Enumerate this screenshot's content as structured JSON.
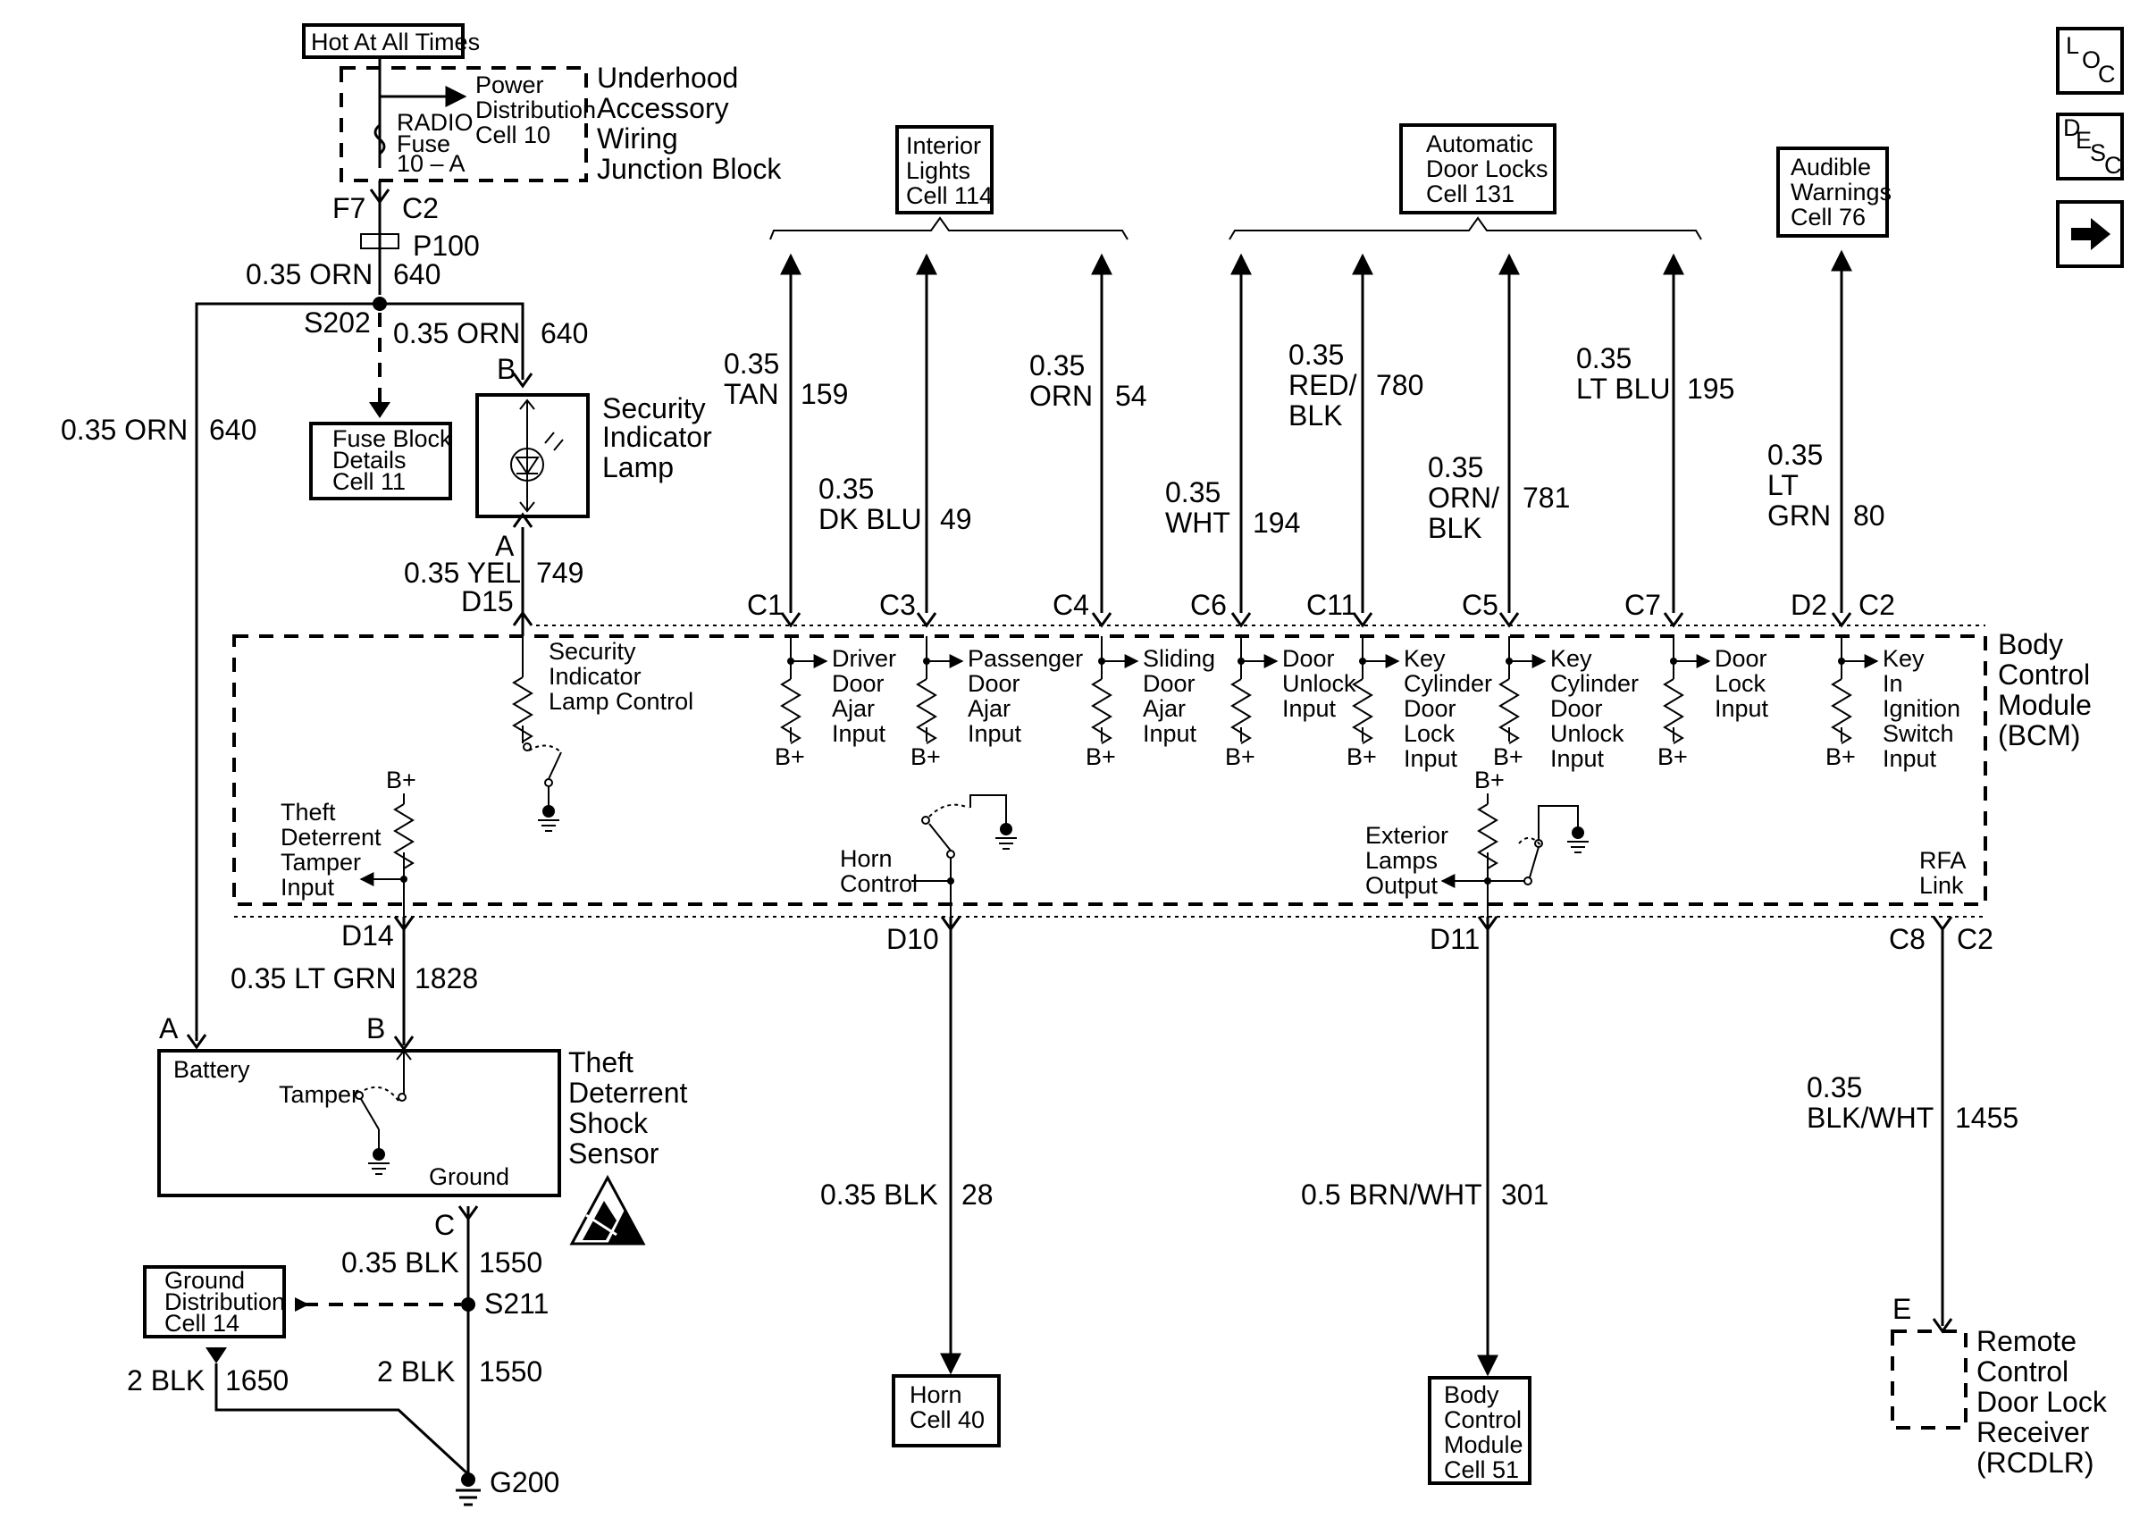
{
  "nav_icons": {
    "loc": [
      "L",
      "O",
      "C"
    ],
    "desc": [
      "D",
      "E",
      "S",
      "C"
    ]
  },
  "power": {
    "hot_label": "Hot At All Times",
    "fuse_name": "RADIO",
    "fuse_label": "Fuse",
    "fuse_rating": "10 – A",
    "distribution": "Power",
    "distribution_2": "Distribution",
    "distribution_3": "Cell 10",
    "block_title": [
      "Underhood",
      "Accessory",
      "Wiring",
      "Junction Block"
    ],
    "conn_left": "F7",
    "conn_right": "C2",
    "connector": "P100",
    "splice": "S202",
    "wire_main": "0.35 ORN",
    "wire_main_num": "640",
    "wire_branch": "0.35 ORN",
    "wire_branch_num": "640",
    "wire_left": "0.35 ORN",
    "wire_left_num": "640"
  },
  "fuse_block_ref": [
    "Fuse Block",
    "Details",
    "Cell 11"
  ],
  "security_lamp": {
    "pin_b": "B",
    "pin_a": "A",
    "title": [
      "Security",
      "Indicator",
      "Lamp"
    ],
    "wire": "0.35 YEL",
    "wire_num": "749",
    "conn": "D15"
  },
  "refs_top": {
    "interior": [
      "Interior",
      "Lights",
      "Cell 114"
    ],
    "auto_locks": [
      "Automatic",
      "Door Locks",
      "Cell 131"
    ],
    "audible": [
      "Audible",
      "Warnings",
      "Cell 76"
    ]
  },
  "wires_top": [
    {
      "conn": "C1",
      "color": [
        "0.35",
        "TAN"
      ],
      "num": "159"
    },
    {
      "conn": "C3",
      "color": [
        "0.35",
        "DK BLU"
      ],
      "num": "49"
    },
    {
      "conn": "C4",
      "color": [
        "0.35",
        "ORN"
      ],
      "num": "54"
    },
    {
      "conn": "C6",
      "color": [
        "0.35",
        "WHT"
      ],
      "num": "194"
    },
    {
      "conn": "C11",
      "color": [
        "0.35",
        "RED/",
        "BLK"
      ],
      "num": "780"
    },
    {
      "conn": "C5",
      "color": [
        "0.35",
        "ORN/",
        "BLK"
      ],
      "num": "781"
    },
    {
      "conn": "C7",
      "color": [
        "0.35",
        "LT BLU"
      ],
      "num": "195"
    },
    {
      "conn": "D2",
      "conn2": "C2",
      "color": [
        "0.35",
        "LT",
        "GRN"
      ],
      "num": "80"
    }
  ],
  "bcm": {
    "title": [
      "Body",
      "Control",
      "Module",
      "(BCM)"
    ],
    "lamp_control": [
      "Security",
      "Indicator",
      "Lamp Control"
    ],
    "inputs": [
      [
        "Driver",
        "Door",
        "Ajar",
        "Input"
      ],
      [
        "Passenger",
        "Door",
        "Ajar",
        "Input"
      ],
      [
        "Sliding",
        "Door",
        "Ajar",
        "Input"
      ],
      [
        "Door",
        "Unlock",
        "Input"
      ],
      [
        "Key",
        "Cylinder",
        "Door",
        "Lock",
        "Input"
      ],
      [
        "Key",
        "Cylinder",
        "Door",
        "Unlock",
        "Input"
      ],
      [
        "Door",
        "Lock",
        "Input"
      ],
      [
        "Key",
        "In",
        "Ignition",
        "Switch",
        "Input"
      ]
    ],
    "bplus": "B+",
    "tamper": [
      "Theft",
      "Deterrent",
      "Tamper",
      "Input"
    ],
    "horn": [
      "Horn",
      "Control"
    ],
    "exterior": [
      "Exterior",
      "Lamps",
      "Output"
    ],
    "rfa": [
      "RFA",
      "Link"
    ]
  },
  "bottom_wires": {
    "d14": "D14",
    "tamper_wire": "0.35 LT GRN",
    "tamper_num": "1828",
    "d10": "D10",
    "horn_wire": "0.35 BLK",
    "horn_num": "28",
    "d11": "D11",
    "bcm_wire": "0.5 BRN/WHT",
    "bcm_num": "301",
    "c8": "C8",
    "c2": "C2",
    "rcdlr_wire": [
      "0.35",
      "BLK/WHT"
    ],
    "rcdlr_num": "1455"
  },
  "sensor": {
    "pin_a": "A",
    "pin_b": "B",
    "pin_c": "C",
    "battery": "Battery",
    "tamper": "Tamper",
    "ground": "Ground",
    "title": [
      "Theft",
      "Deterrent",
      "Shock",
      "Sensor"
    ]
  },
  "ground": {
    "wire1": "0.35 BLK",
    "wire1_num": "1550",
    "splice": "S211",
    "ref": [
      "Ground",
      "Distribution",
      "Cell 14"
    ],
    "wire2": "2 BLK",
    "wire2_num": "1550",
    "wire3": "2 BLK",
    "wire3_num": "1650",
    "gnd": "G200"
  },
  "refs_bottom": {
    "horn": [
      "Horn",
      "Cell 40"
    ],
    "bcm": [
      "Body",
      "Control",
      "Module",
      "Cell 51"
    ],
    "rcdlr": [
      "Remote",
      "Control",
      "Door Lock",
      "Receiver",
      "(RCDLR)"
    ],
    "rcdlr_pin": "E"
  }
}
